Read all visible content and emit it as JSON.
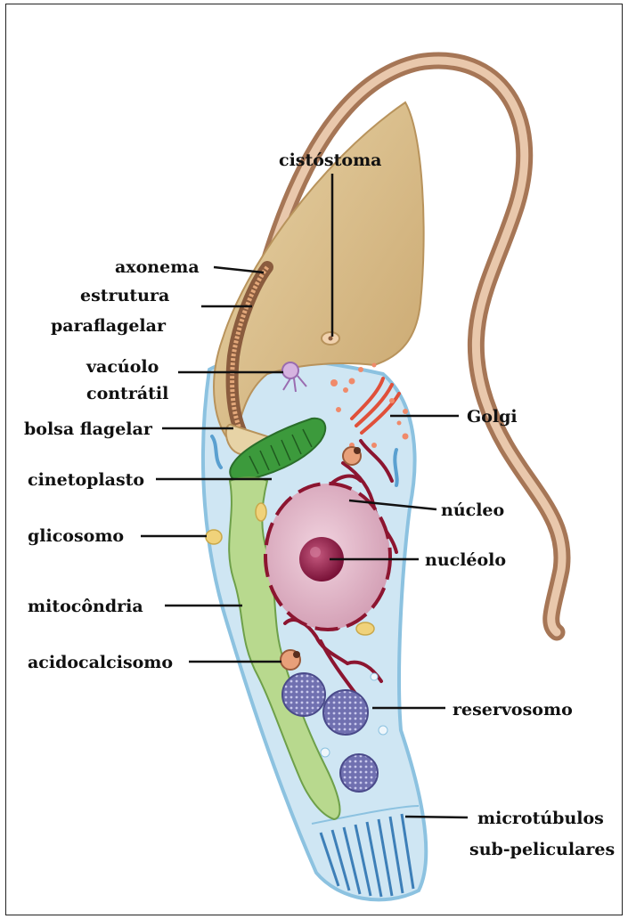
{
  "labels": {
    "cistostoma": "cistóstoma",
    "axonema": "axonema",
    "estrutura_1": "estrutura",
    "estrutura_2": "paraflagelar",
    "vacuolo_1": "vacúolo",
    "vacuolo_2": "contrátil",
    "bolsa": "bolsa flagelar",
    "cinetoplasto": "cinetoplasto",
    "glicosomo": "glicosomo",
    "mitocondria": "mitocôndria",
    "acidocalcisomo": "acidocalcisomo",
    "golgi": "Golgi",
    "nucleo": "núcleo",
    "nucleolo": "nucléolo",
    "reservosomo": "reservosomo",
    "microtubulos_1": "microtúbulos",
    "microtubulos_2": "sub-peliculares"
  },
  "colors": {
    "cytoplasm": "#cfe6f3",
    "membrane": "#8cc2e0",
    "flagellum": "#c99a76",
    "pocket": "#dcc08e",
    "kinetoplast": "#3c9a3c",
    "mitochondria": "#b8d98e",
    "nucleus": "#d9a8bc",
    "nucleolus": "#8a1f46",
    "er": "#8c1530",
    "reservosome": "#6a6aa8",
    "golgi": "#e0503a",
    "glycosome": "#f0d27a",
    "microtubules": "#4a90c8"
  }
}
